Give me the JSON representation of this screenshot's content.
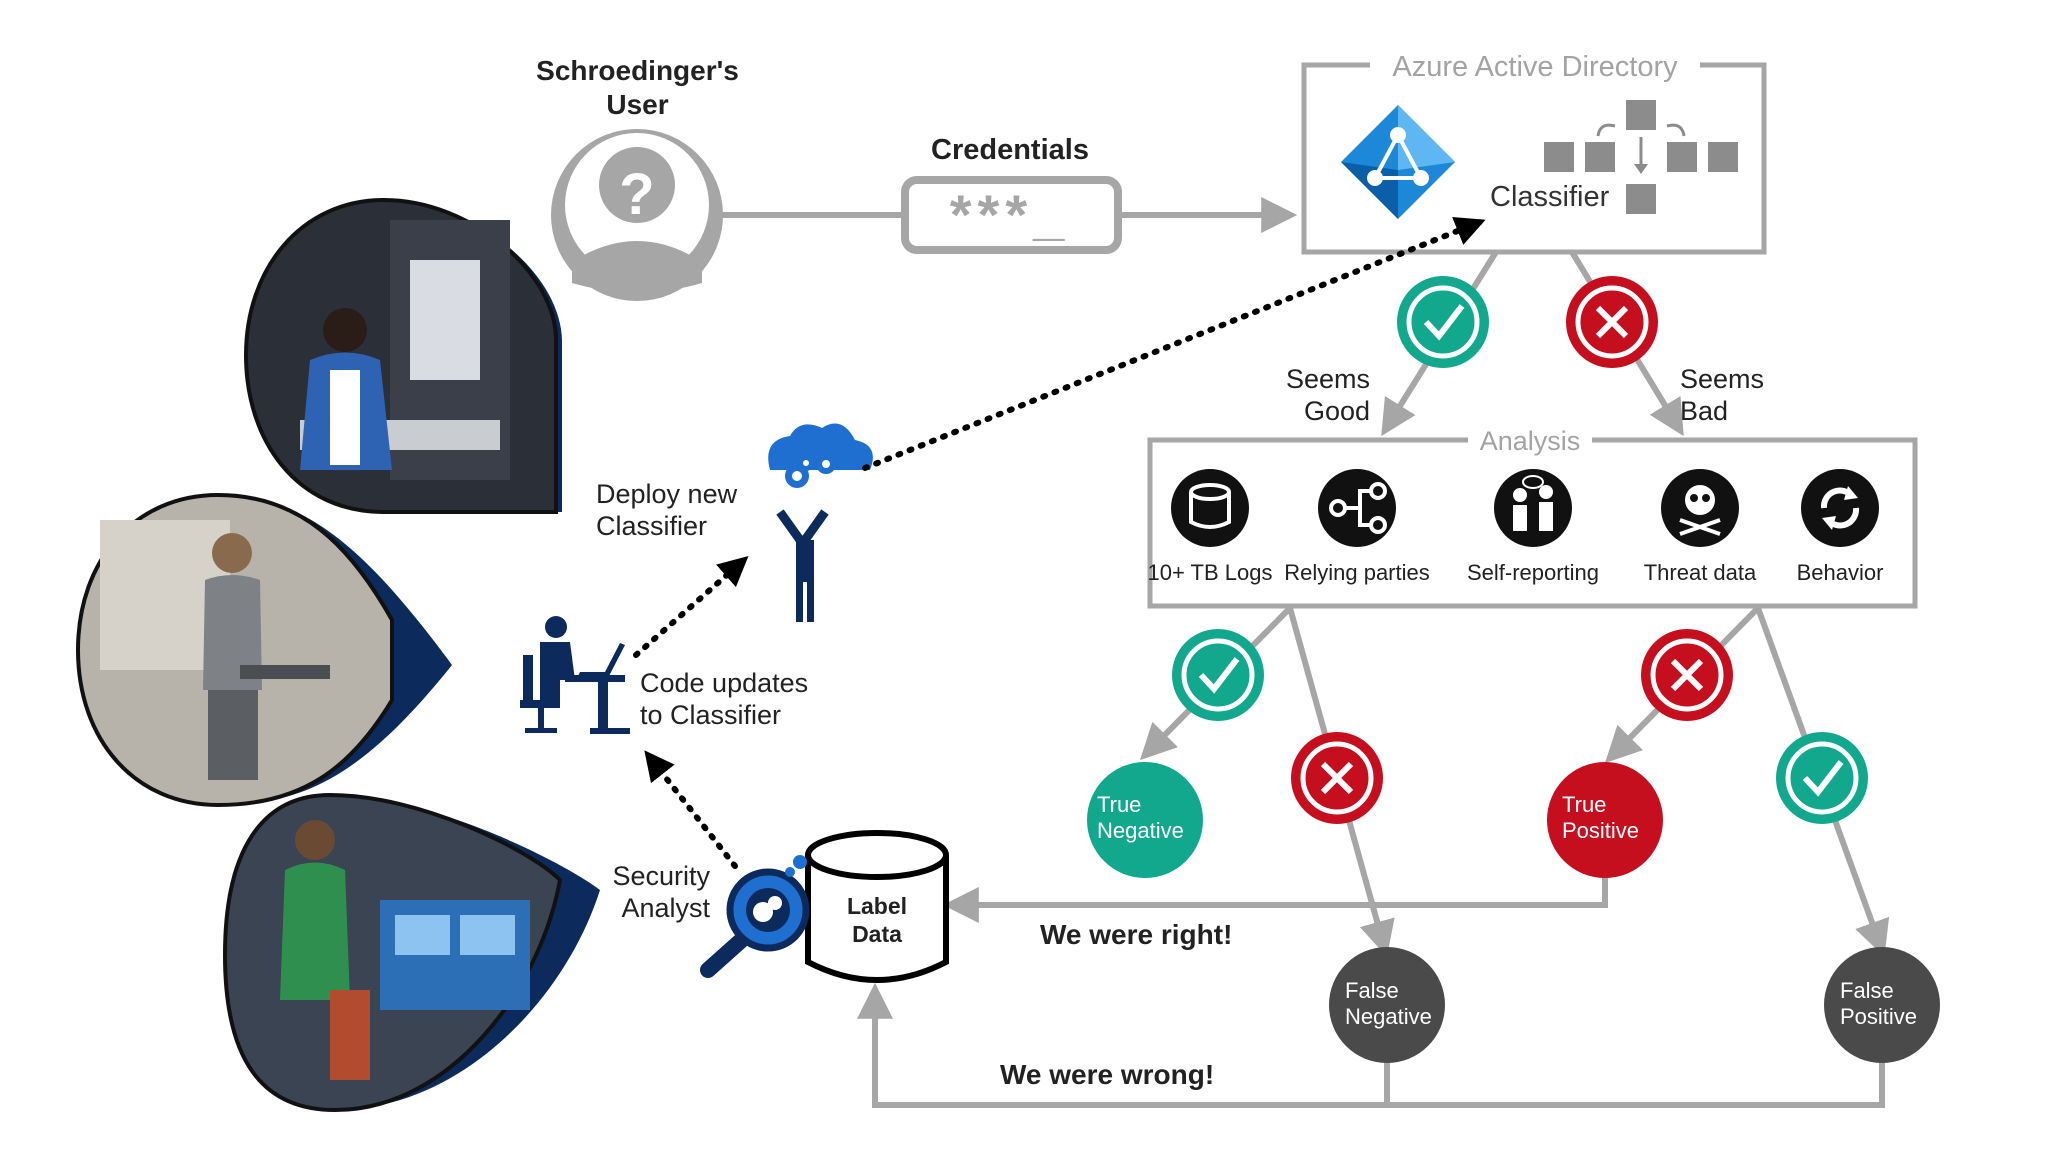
{
  "user": {
    "line1": "Schroedinger's",
    "line2": "User"
  },
  "credentials": {
    "label": "Credentials",
    "mask": "***_"
  },
  "azure": {
    "title": "Azure Active Directory",
    "classifier": "Classifier"
  },
  "seems_good": {
    "line1": "Seems",
    "line2": "Good"
  },
  "seems_bad": {
    "line1": "Seems",
    "line2": "Bad"
  },
  "analysis": {
    "title": "Analysis",
    "items": [
      {
        "label": "10+ TB Logs",
        "icon": "database-icon"
      },
      {
        "label": "Relying parties",
        "icon": "share-nodes-icon"
      },
      {
        "label": "Self-reporting",
        "icon": "people-reporting-icon"
      },
      {
        "label": "Threat data",
        "icon": "skull-crossbones-icon"
      },
      {
        "label": "Behavior",
        "icon": "cycle-icon"
      }
    ]
  },
  "outcomes": {
    "true_negative": {
      "line1": "True",
      "line2": "Negative"
    },
    "true_positive": {
      "line1": "True",
      "line2": "Positive"
    },
    "false_negative": {
      "line1": "False",
      "line2": "Negative"
    },
    "false_positive": {
      "line1": "False",
      "line2": "Positive"
    }
  },
  "feedback": {
    "right": "We were right!",
    "wrong": "We were wrong!"
  },
  "label_data": {
    "line1": "Label",
    "line2": "Data"
  },
  "security_analyst": {
    "line1": "Security",
    "line2": "Analyst"
  },
  "code_updates": {
    "line1": "Code updates",
    "line2": "to Classifier"
  },
  "deploy": {
    "line1": "Deploy new",
    "line2": "Classifier"
  },
  "colors": {
    "gray_line": "#a6a6a6",
    "green": "#12a88e",
    "red": "#c50f1f",
    "dark_circle": "#4a4a4a",
    "navy": "#0c2a5b",
    "azure_blue": "#1e88d8"
  }
}
